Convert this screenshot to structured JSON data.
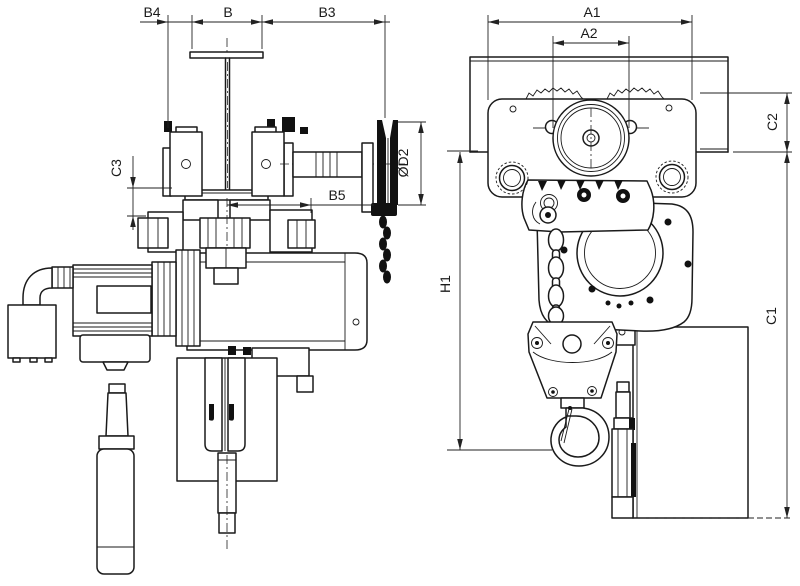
{
  "drawing": {
    "type": "technical-dimension-drawing",
    "subject": "electric chain hoist with push trolley, two orthographic views",
    "background_color": "#ffffff",
    "line_color": "#1a1a1a"
  },
  "views": {
    "side_view_name": "side view (hoist on I-beam, motor left, hand-chain wheel right)",
    "front_view_name": "front view (trolley on beam flange, hook and chain container)"
  },
  "dimension_labels": {
    "b4": "B4",
    "b": "B",
    "b3": "B3",
    "c3": "C3",
    "b5": "B5",
    "d2": "ØD2",
    "a1": "A1",
    "a2": "A2",
    "c2": "C2",
    "h1": "H1",
    "c1": "C1"
  }
}
